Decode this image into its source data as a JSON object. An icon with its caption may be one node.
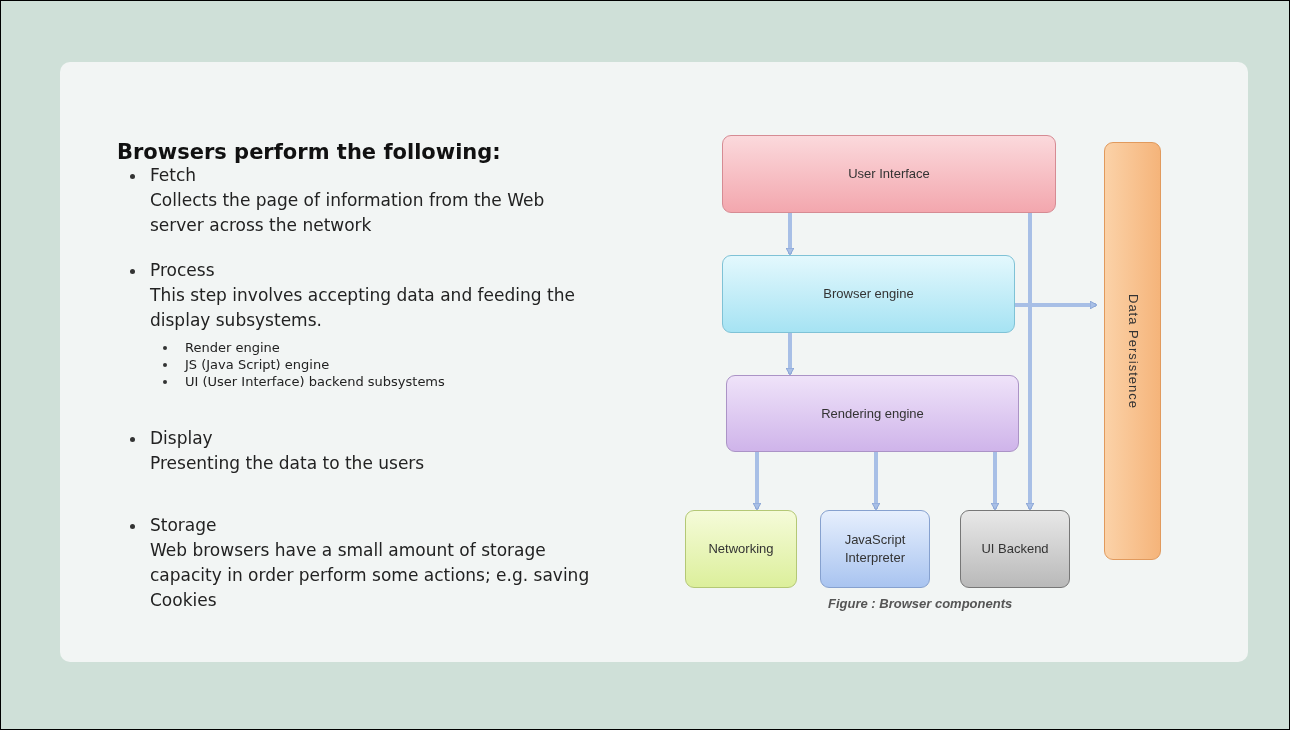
{
  "diagram": {
    "title": "Browsers perform the following:",
    "caption": "Figure : Browser components",
    "nodes": [
      {
        "text": [
          "User Interface"
        ]
      },
      {
        "text": [
          "Browser engine"
        ]
      },
      {
        "text": [
          "Rendering engine"
        ]
      },
      {
        "text": [
          "Networking"
        ]
      },
      {
        "text": [
          "JavaScript Interpreter"
        ]
      },
      {
        "text": [
          "UI Backend"
        ]
      },
      {
        "text": [
          "Data Persistence"
        ]
      }
    ],
    "edges": [
      {
        "from": 0,
        "to": 1,
        "arrow": "to"
      },
      {
        "from": 1,
        "to": 2,
        "arrow": "to"
      },
      {
        "from": 2,
        "to": 3,
        "arrow": "to"
      },
      {
        "from": 2,
        "to": 4,
        "arrow": "to"
      },
      {
        "from": 2,
        "to": 5,
        "arrow": "to"
      },
      {
        "from": 0,
        "to": 5,
        "arrow": "to"
      },
      {
        "from": 1,
        "to": 6,
        "arrow": "to"
      }
    ],
    "labels": [
      "Fetch",
      "Collects the page of information from the Web server across the network",
      "Process",
      "This step involves accepting data and feeding the display subsystems.",
      "Render engine",
      "JS (Java Script) engine",
      "UI (User Interface) backend subsystems",
      "Display",
      "Presenting the data to the users",
      "Storage",
      "Web browsers have a small amount of storage capacity in order perform some actions; e.g. saving Cookies"
    ]
  }
}
